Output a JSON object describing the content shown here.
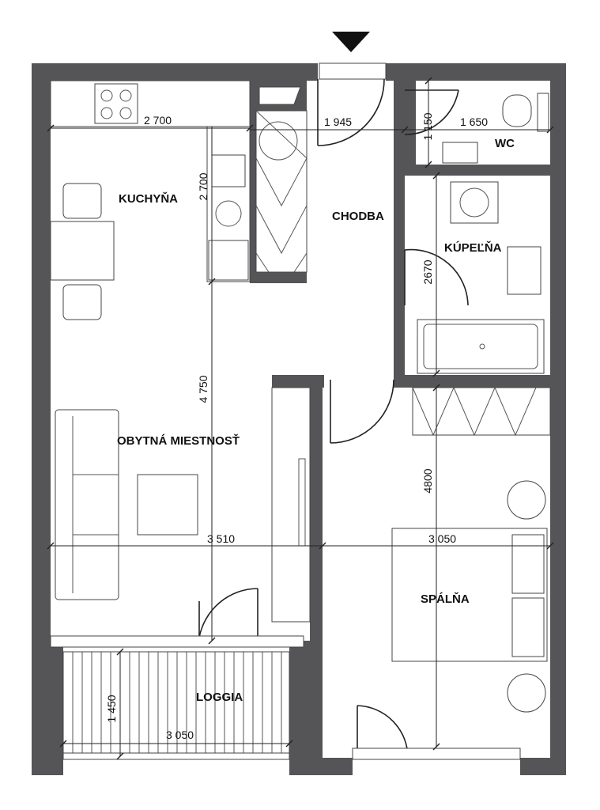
{
  "rooms": {
    "kitchen": "KUCHYŇA",
    "hallway": "CHODBA",
    "wc": "WC",
    "bathroom": "KÚPEĽŇA",
    "living": "OBYTNÁ MIESTNOSŤ",
    "bedroom": "SPÁLŇA",
    "loggia": "LOGGIA"
  },
  "dimensions": {
    "kitchen_width": "2 700",
    "kitchen_depth": "2 700",
    "hall_width": "1 945",
    "wc_depth": "1 150",
    "wc_width": "1 650",
    "bath_depth": "2670",
    "living_depth": "4 750",
    "living_width": "3 510",
    "bedroom_depth": "4800",
    "bedroom_width": "3 050",
    "loggia_depth": "1 450",
    "loggia_width": "3 050"
  },
  "icons": {
    "entrance": "entrance-arrow-icon"
  },
  "colors": {
    "wall": "#555558",
    "line": "#222222",
    "background": "#ffffff"
  }
}
